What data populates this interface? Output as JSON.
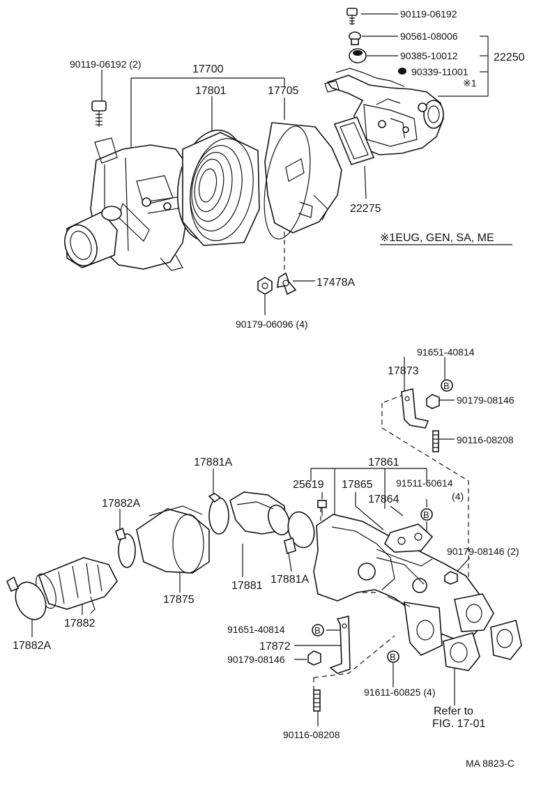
{
  "top": {
    "bolt_top": "90119-06192",
    "washer": "90561-08006",
    "cushion": "90385-10012",
    "assembly": "22250",
    "cap_screw": "90339-11001",
    "note_mark": "※1",
    "bolt_left": "90119-06192 (2)",
    "cleaner_assy": "17700",
    "element": "17801",
    "cap": "17705",
    "gasket": "22275",
    "region_note": "※1EUG, GEN, SA, ME",
    "wing_nut": "17478A",
    "nut": "90179-06096 (4)"
  },
  "bottom": {
    "bolt_a": "91651-40814",
    "bracket_a": "17873",
    "nut_a": "90179-08146",
    "stud_a": "90116-08208",
    "clamp_top": "17881A",
    "clamp_left": "17882A",
    "gasket_b": "25619",
    "pipe_assy": "17861",
    "hose_b": "17865",
    "bolt_b": "91511-60614",
    "bolt_b_qty": "(4)",
    "gasket_c": "17864",
    "resonator": "17875",
    "hose_a": "17881",
    "clamp_mid": "17881A",
    "hose_left": "17882",
    "clamp_bot_left": "17882A",
    "nut_b": "90179-08146 (2)",
    "bolt_c": "91651-40814",
    "bracket_b": "17872",
    "nut_c": "90179-08146",
    "bolt_d": "91611-60825 (4)",
    "stud_b": "90116-08208",
    "refer_line1": "Refer to",
    "refer_line2": "FIG. 17-01",
    "code": "MA  8823-C"
  },
  "badge_letter": "B"
}
